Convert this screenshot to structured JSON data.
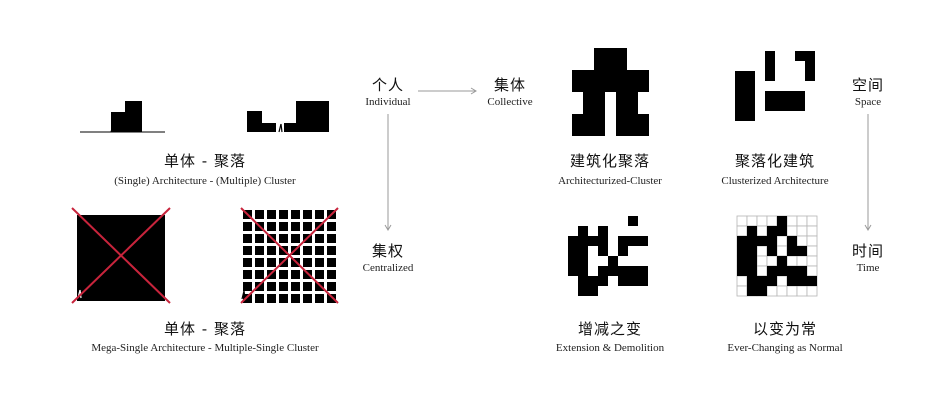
{
  "diagram": {
    "concepts": {
      "individual": {
        "zh": "个人",
        "en": "Individual"
      },
      "collective": {
        "zh": "集体",
        "en": "Collective"
      },
      "centralized": {
        "zh": "集权",
        "en": "Centralized"
      },
      "space": {
        "zh": "空间",
        "en": "Space"
      },
      "time": {
        "zh": "时间",
        "en": "Time"
      }
    },
    "left_panels": [
      {
        "zh": "单体 - 聚落",
        "en": "(Single) Architecture - (Multiple) Cluster"
      },
      {
        "zh": "单体 - 聚落",
        "en": "Mega-Single Architecture  - Multiple-Single Cluster"
      }
    ],
    "right_panels": [
      {
        "zh": "建筑化聚落",
        "en": "Architecturized-Cluster"
      },
      {
        "zh": "聚落化建筑",
        "en": "Clusterized Architecture"
      },
      {
        "zh": "增减之变",
        "en": "Extension & Demolition"
      },
      {
        "zh": "以变为常",
        "en": "Ever-Changing as Normal"
      }
    ],
    "colors": {
      "ink": "#000000",
      "cross": "#c8243c",
      "arrow": "#9a9a9a",
      "ghost": "#b5b5b5"
    }
  }
}
